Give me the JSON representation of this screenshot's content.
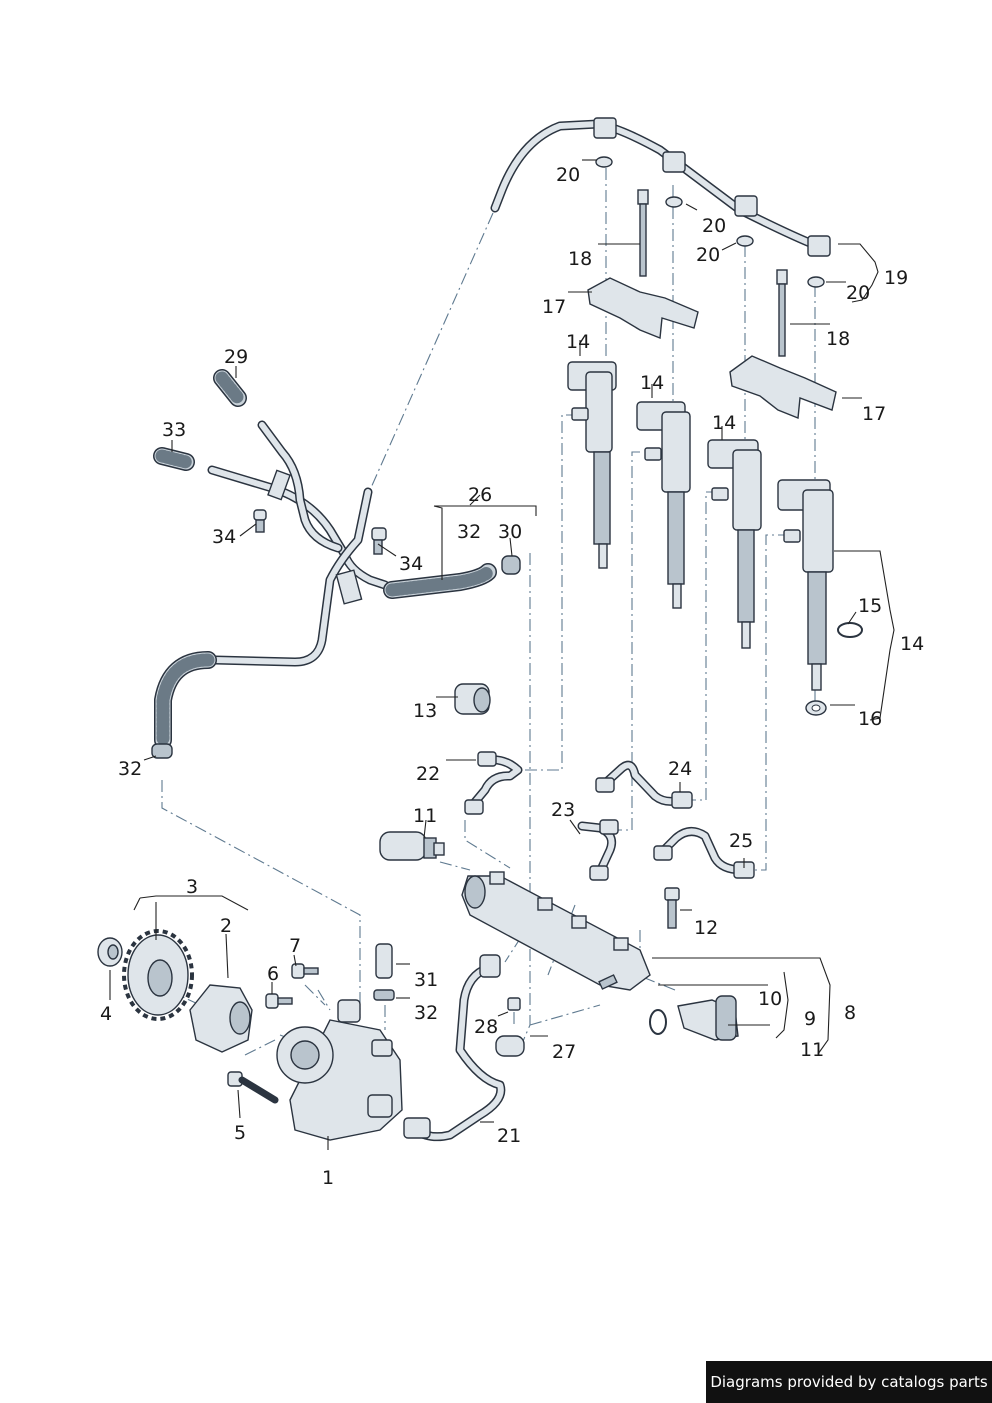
{
  "callouts": {
    "c1": "1",
    "c2": "2",
    "c3": "3",
    "c4": "4",
    "c5": "5",
    "c6": "6",
    "c7": "7",
    "c8": "8",
    "c9": "9",
    "c10": "10",
    "c11a": "11",
    "c11b": "11",
    "c12": "12",
    "c13": "13",
    "c14a": "14",
    "c14b": "14",
    "c14c": "14",
    "c14d": "14",
    "c15": "15",
    "c16": "16",
    "c17a": "17",
    "c17b": "17",
    "c18a": "18",
    "c18b": "18",
    "c19": "19",
    "c20a": "20",
    "c20b": "20",
    "c20c": "20",
    "c20d": "20",
    "c21": "21",
    "c22": "22",
    "c23": "23",
    "c24": "24",
    "c25": "25",
    "c26": "26",
    "c27": "27",
    "c28": "28",
    "c29": "29",
    "c30": "30",
    "c31": "31",
    "c32a": "32",
    "c32b": "32",
    "c32c": "32",
    "c33": "33",
    "c34a": "34",
    "c34b": "34"
  },
  "credit": "Diagrams provided by catalogs parts",
  "colors": {
    "background": "#ffffff",
    "line": "#2b3440",
    "part_fill": "#dfe5ea",
    "credit_bg": "#111111"
  }
}
